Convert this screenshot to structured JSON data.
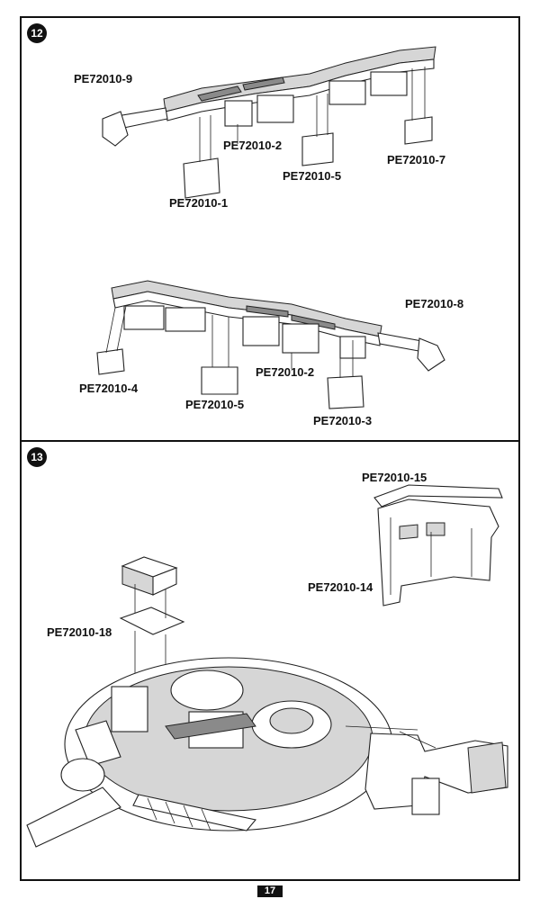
{
  "steps": {
    "step12": {
      "number": "12",
      "labels": {
        "pe9": "PE72010-9",
        "pe2a": "PE72010-2",
        "pe7": "PE72010-7",
        "pe5a": "PE72010-5",
        "pe1": "PE72010-1",
        "pe8": "PE72010-8",
        "pe4": "PE72010-4",
        "pe5b": "PE72010-5",
        "pe2b": "PE72010-2",
        "pe3": "PE72010-3"
      }
    },
    "step13": {
      "number": "13",
      "labels": {
        "pe15": "PE72010-15",
        "pe14": "PE72010-14",
        "pe18": "PE72010-18"
      }
    }
  },
  "page_number": "17"
}
